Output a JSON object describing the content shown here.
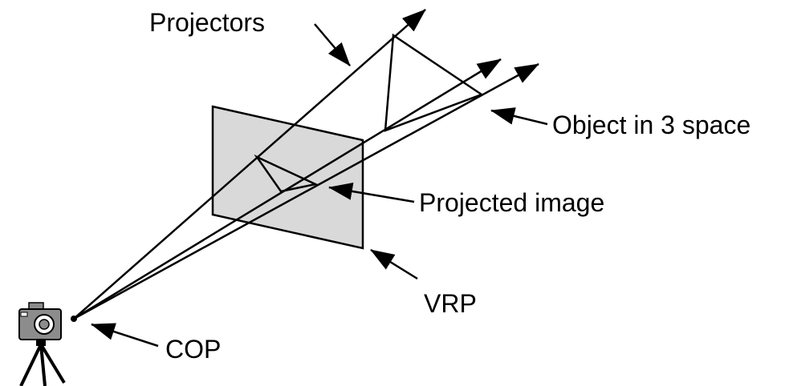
{
  "labels": {
    "projectors": "Projectors",
    "object": "Object in 3 space",
    "projected_image": "Projected image",
    "vrp": "VRP",
    "cop": "COP"
  },
  "colors": {
    "plane_fill": "#d9d9d9",
    "stroke": "#000000",
    "camera_body": "#8c8c8c"
  },
  "icons": {
    "camera": "camera-on-tripod-icon"
  }
}
